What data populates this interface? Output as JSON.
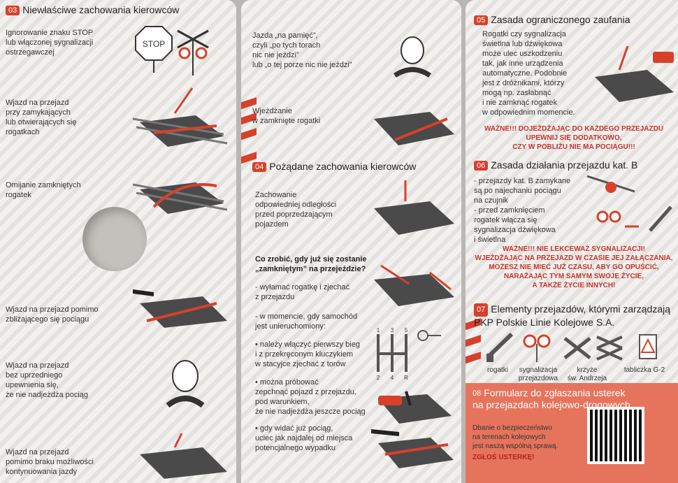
{
  "sections": {
    "s03": {
      "num": "03",
      "title": "Niewłaściwe zachowania kierowców"
    },
    "s04": {
      "num": "04",
      "title": "Pożądane zachowania kierowców"
    },
    "s05": {
      "num": "05",
      "title": "Zasada ograniczonego zaufania"
    },
    "s06": {
      "num": "06",
      "title": "Zasada działania przejazdu kat. B"
    },
    "s07": {
      "num": "07",
      "title": "Elementy przejazdów, którymi zarządzają",
      "title2": "PKP Polskie Linie Kolejowe S.A."
    },
    "s08": {
      "num": "08",
      "title": "Formularz do zgłaszania usterek",
      "title2": "na przejazdach kolejowo-drogowych"
    }
  },
  "panel1": {
    "items": [
      [
        "Ignorowanie znaku STOP",
        "lub włączonej sygnalizacji",
        "ostrzegawczej"
      ],
      [
        "Wjazd na przejazd",
        "przy zamykających",
        "lub otwierających się",
        "rogatkach"
      ],
      [
        "Omijanie zamkniętych",
        "rogatek"
      ],
      [
        "Wjazd na przejazd pomimo",
        "zbliżającego się pociągu"
      ],
      [
        "Wjazd na przejazd",
        "bez uprzedniego",
        "upewnienia się,",
        "że nie nadjeżdża pociąg"
      ],
      [
        "Wjazd na przejazd",
        "pomimo braku możliwości",
        "kontynuowania jazdy"
      ]
    ],
    "stop_sign": "STOP"
  },
  "panel2": {
    "memory": [
      "Jazda „na pamięć”,",
      "czyli „po tych torach",
      "nic nie jeździ”",
      "lub „o tej porze nic nie jeździ”"
    ],
    "closed": [
      "Wjeżdżanie",
      "w zamknięte rogatki"
    ],
    "distance": [
      "Zachowanie",
      "odpowiedniej odległości",
      "przed poprzedzającym",
      "pojazdem"
    ],
    "question": [
      "Co zrobić, gdy już się zostanie",
      "„zamkniętym” na przejeździe?"
    ],
    "b1": [
      "- wyłamać rogatkę i zjechać",
      "z przejazdu"
    ],
    "b2": [
      "- w momencie, gdy samochód",
      "jest unieruchomiony:"
    ],
    "b3": [
      "• należy włączyć pierwszy bieg",
      "i z przekręconym kluczykiem",
      "w stacyjce zjechać z torów"
    ],
    "b4": [
      "• można próbować",
      "zepchnąć pojazd z przejazdu,",
      "pod warunkiem,",
      "że nie nadjeżdża jeszcze pociąg"
    ],
    "b5": [
      "• gdy widać już pociąg,",
      "uciec jak najdalej od miejsca",
      "potencjalnego wypadku"
    ],
    "gears": [
      "1",
      "3",
      "5",
      "2",
      "4",
      "R"
    ]
  },
  "panel3": {
    "s05_text": [
      "Rogatki czy sygnalizacja",
      "świetlna lub dźwiękowa",
      "może ulec uszkodzeniu",
      "tak, jak inne urządzenia",
      "automatyczne. Podobnie",
      "jest z dróżnikami, którzy",
      "mogą np. zasłabnąć",
      "i nie zamknąć rogatek",
      "w odpowiednim momencie."
    ],
    "s05_warning": [
      "WAŻNE!!! DOJEŻDŻAJĄC DO KAŻDEGO PRZEJAZDU",
      "UPEWNIJ SIĘ DODATKOWO,",
      "CZY W POBLIŻU NIE MA POCIĄGU!!!"
    ],
    "s06_text": [
      "- przejazdy kat. B zamykane",
      "są po najechaniu pociągu",
      "na czujnik",
      "- przed zamknięciem",
      "rogatek włącza się",
      "sygnalizacja dźwiękowa",
      "i świetlna"
    ],
    "s06_warning": [
      "WAŻNE!!! NIE LEKCEWAŻ SYGNALIZACJI!",
      "WJEŻDŻAJĄC NA PRZEJAZD W CZASIE JEJ ZAŁĄCZANIA,",
      "MOŻESZ NIE MIEĆ JUŻ CZASU, ABY GO OPUŚCIĆ,",
      "NARAŻAJĄC TYM SAMYM SWOJE ŻYCIE,",
      "A TAKŻE ŻYCIE INNYCH!"
    ],
    "elements": [
      {
        "label": "rogatki",
        "label2": ""
      },
      {
        "label": "sygnalizacja",
        "label2": "przejazdowa"
      },
      {
        "label": "krzyże",
        "label2": "św. Andrzeja"
      },
      {
        "label": "tabliczka G-2",
        "label2": ""
      }
    ],
    "form_text": [
      "Dbanie o bezpieczeństwo",
      "na terenach kolejowych",
      "jest naszą wspólną sprawą."
    ],
    "form_cta": "ZGŁOŚ USTERKĘ!"
  },
  "colors": {
    "accent": "#d6412c",
    "paper": "#f3f1ef",
    "asphalt": "#4a4a4a"
  }
}
